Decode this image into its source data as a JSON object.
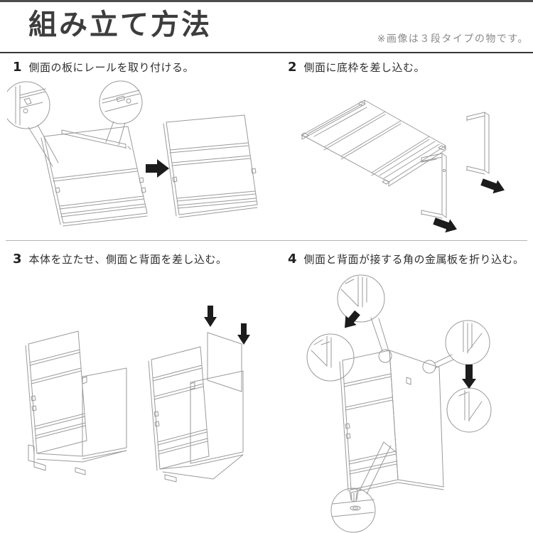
{
  "header": {
    "title": "組み立て方法",
    "note": "※画像は３段タイプの物です。"
  },
  "steps": [
    {
      "number": "1",
      "label": "側面の板にレールを取り付ける。"
    },
    {
      "number": "2",
      "label": "側面に底枠を差し込む。"
    },
    {
      "number": "3",
      "label": "本体を立たせ、側面と背面を差し込む。"
    },
    {
      "number": "4",
      "label": "側面と背面が接する角の金属板を折り込む。"
    }
  ],
  "colors": {
    "background": "#ffffff",
    "top_bar": "#4d4d4d",
    "title_text": "#3d3d3d",
    "note_text": "#8a8a8a",
    "header_rule": "#383838",
    "section_rule": "#b3b3b3",
    "line_art": "#9a9a9a",
    "arrow": "#1c1c1c"
  }
}
